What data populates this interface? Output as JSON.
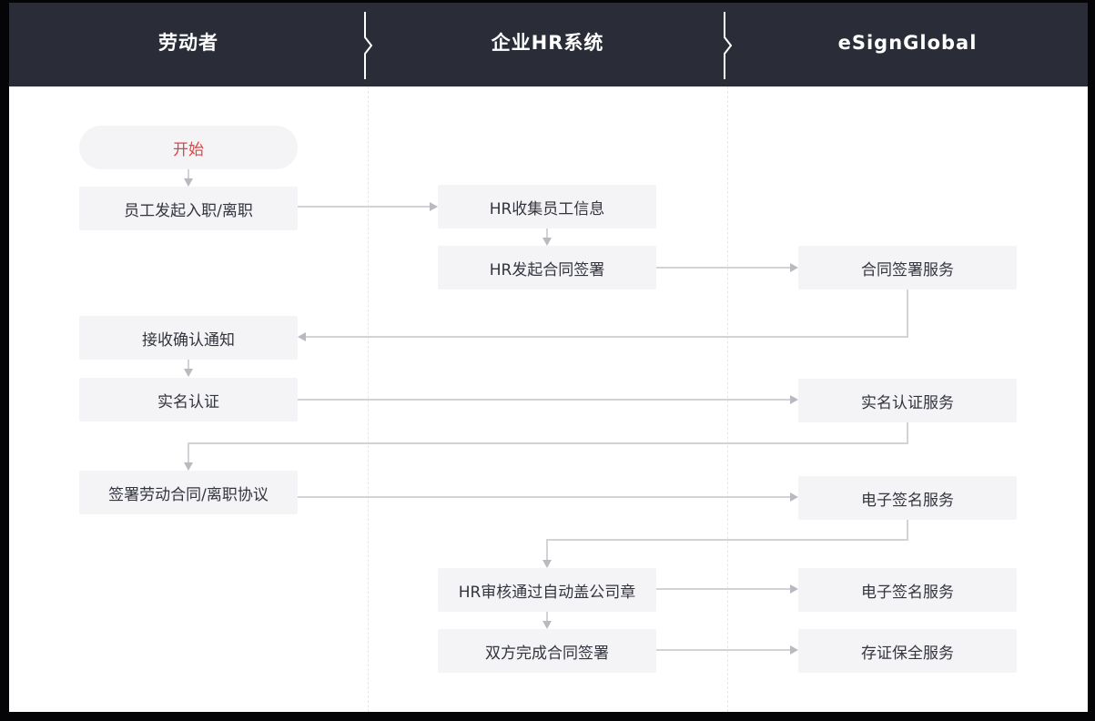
{
  "header": {
    "lanes": [
      "劳动者",
      "企业HR系统",
      "eSignGlobal"
    ]
  },
  "diagram": {
    "start": "开始",
    "worker": {
      "initiate": "员工发起入职/离职",
      "receive_notice": "接收确认通知",
      "real_name_auth": "实名认证",
      "sign_contract": "签署劳动合同/离职协议"
    },
    "hr": {
      "collect_info": "HR收集员工信息",
      "initiate_signing": "HR发起合同签署",
      "review_seal": "HR审核通过自动盖公司章",
      "both_complete": "双方完成合同签署"
    },
    "esign": {
      "contract_signing": "合同签署服务",
      "real_name_service": "实名认证服务",
      "esignature_1": "电子签名服务",
      "esignature_2": "电子签名服务",
      "evidence": "存证保全服务"
    }
  },
  "colors": {
    "header_bg": "#2a2d38",
    "node_bg": "#f4f4f7",
    "node_text": "#33353e",
    "start_text": "#e04343",
    "line": "#d2d2d7",
    "arrow": "#b9b9bf"
  }
}
